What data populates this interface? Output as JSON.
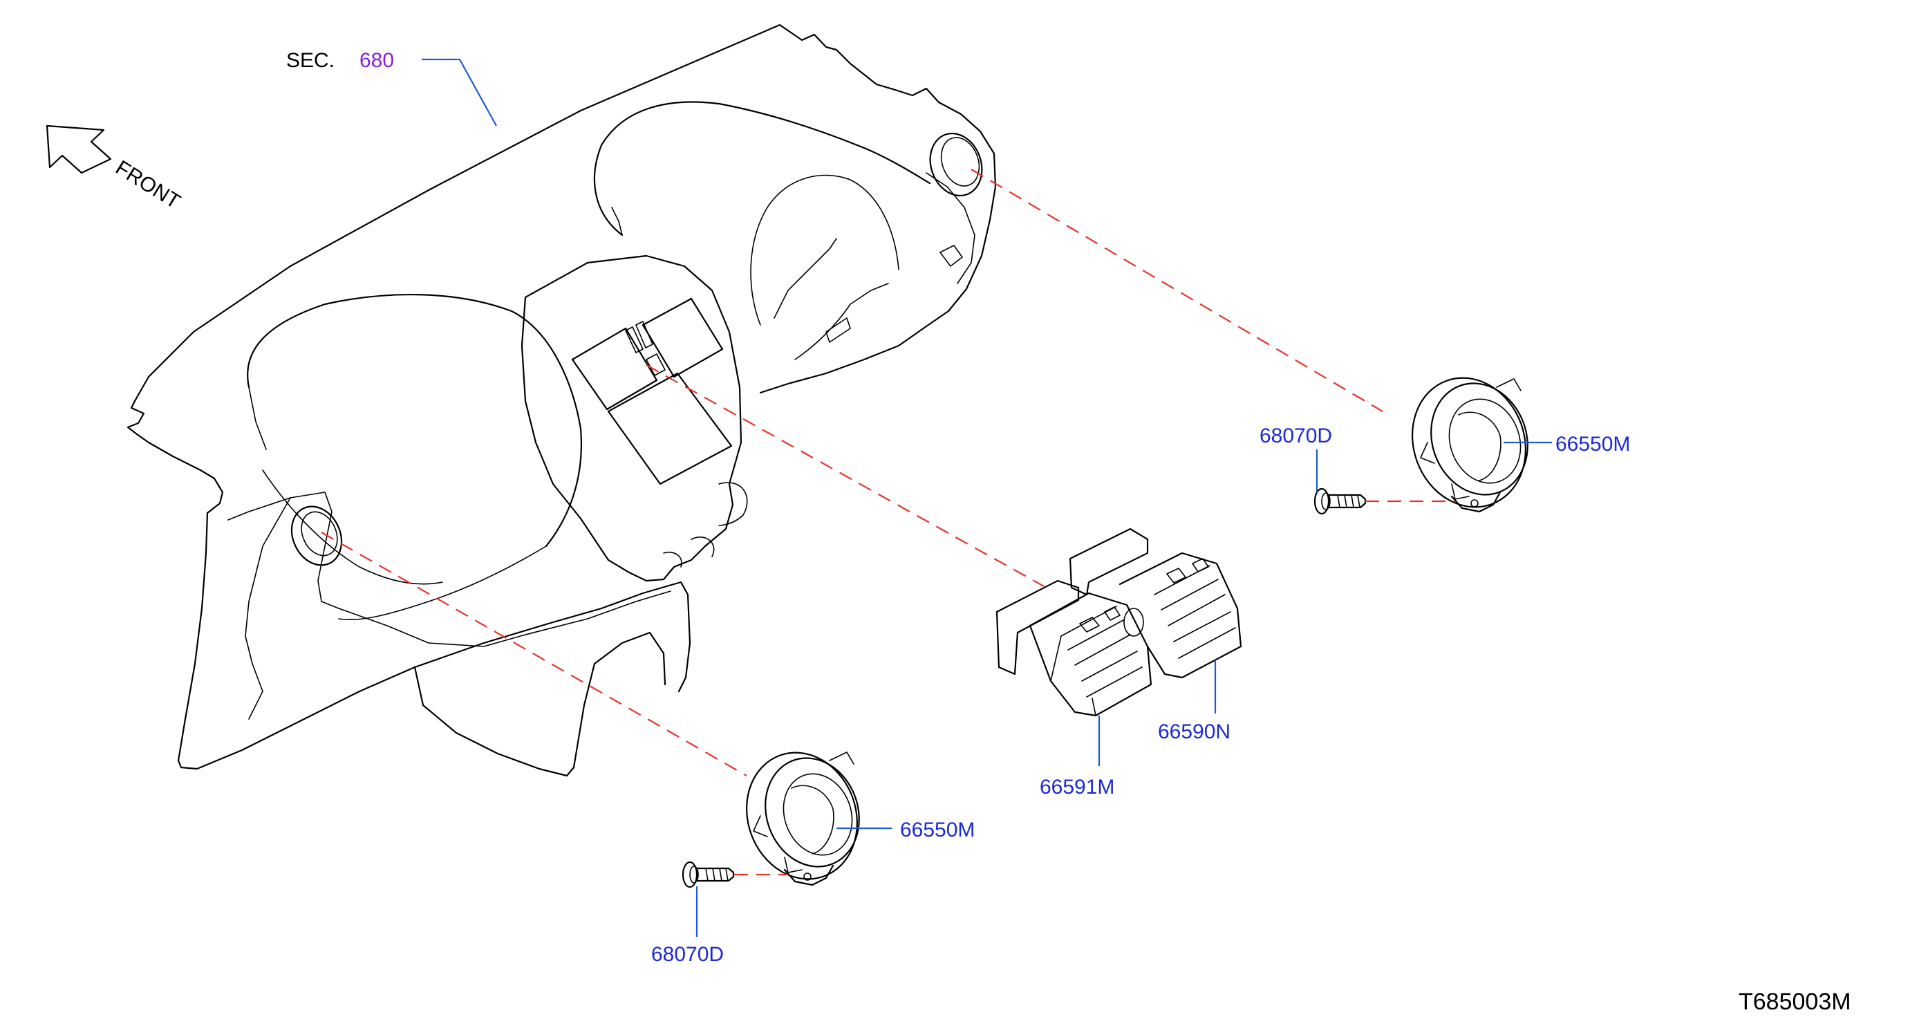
{
  "section_ref": {
    "prefix": "SEC.",
    "number": "680"
  },
  "direction_label": "FRONT",
  "callouts": {
    "register_right": "66550M",
    "screw_right": "68070D",
    "center_vent_left": "66591M",
    "center_vent_right": "66590N",
    "register_left": "66550M",
    "screw_left": "68070D"
  },
  "diagram_code": "T685003M",
  "colors": {
    "part_label": "#1a2ad8",
    "section_link": "#8a1ee0",
    "leader_line": "#1c5bd8",
    "dashed_connector": "#e8322a"
  }
}
